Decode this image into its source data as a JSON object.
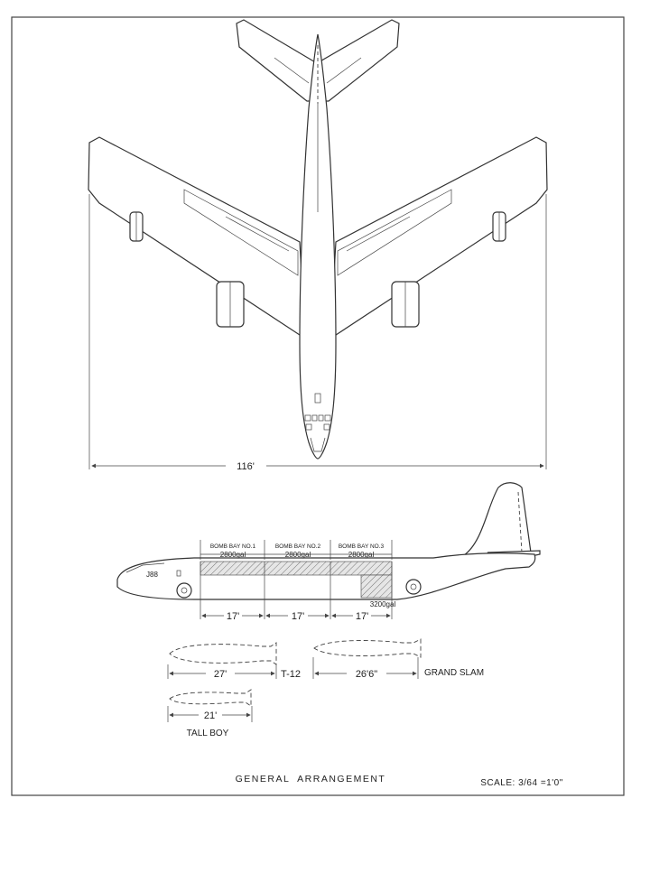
{
  "plan_view": {
    "span_label": "116'"
  },
  "profile_view": {
    "bays": [
      {
        "label": "BOMB BAY NO.1",
        "capacity": "2800gal",
        "length": "17'"
      },
      {
        "label": "BOMB BAY NO.2",
        "capacity": "2800gal",
        "length": "17'"
      },
      {
        "label": "BOMB BAY NO.3",
        "capacity": "2800gal",
        "length": "17'"
      }
    ],
    "aft_tank_capacity": "3200gal"
  },
  "bombs": [
    {
      "name": "T-12",
      "length": "27'"
    },
    {
      "name": "GRAND SLAM",
      "length": "26'6\""
    },
    {
      "name": "TALL BOY",
      "length": "21'"
    }
  ],
  "title_block": {
    "title": "GENERAL  ARRANGEMENT",
    "scale": "SCALE: 3/64 =1'0\""
  }
}
